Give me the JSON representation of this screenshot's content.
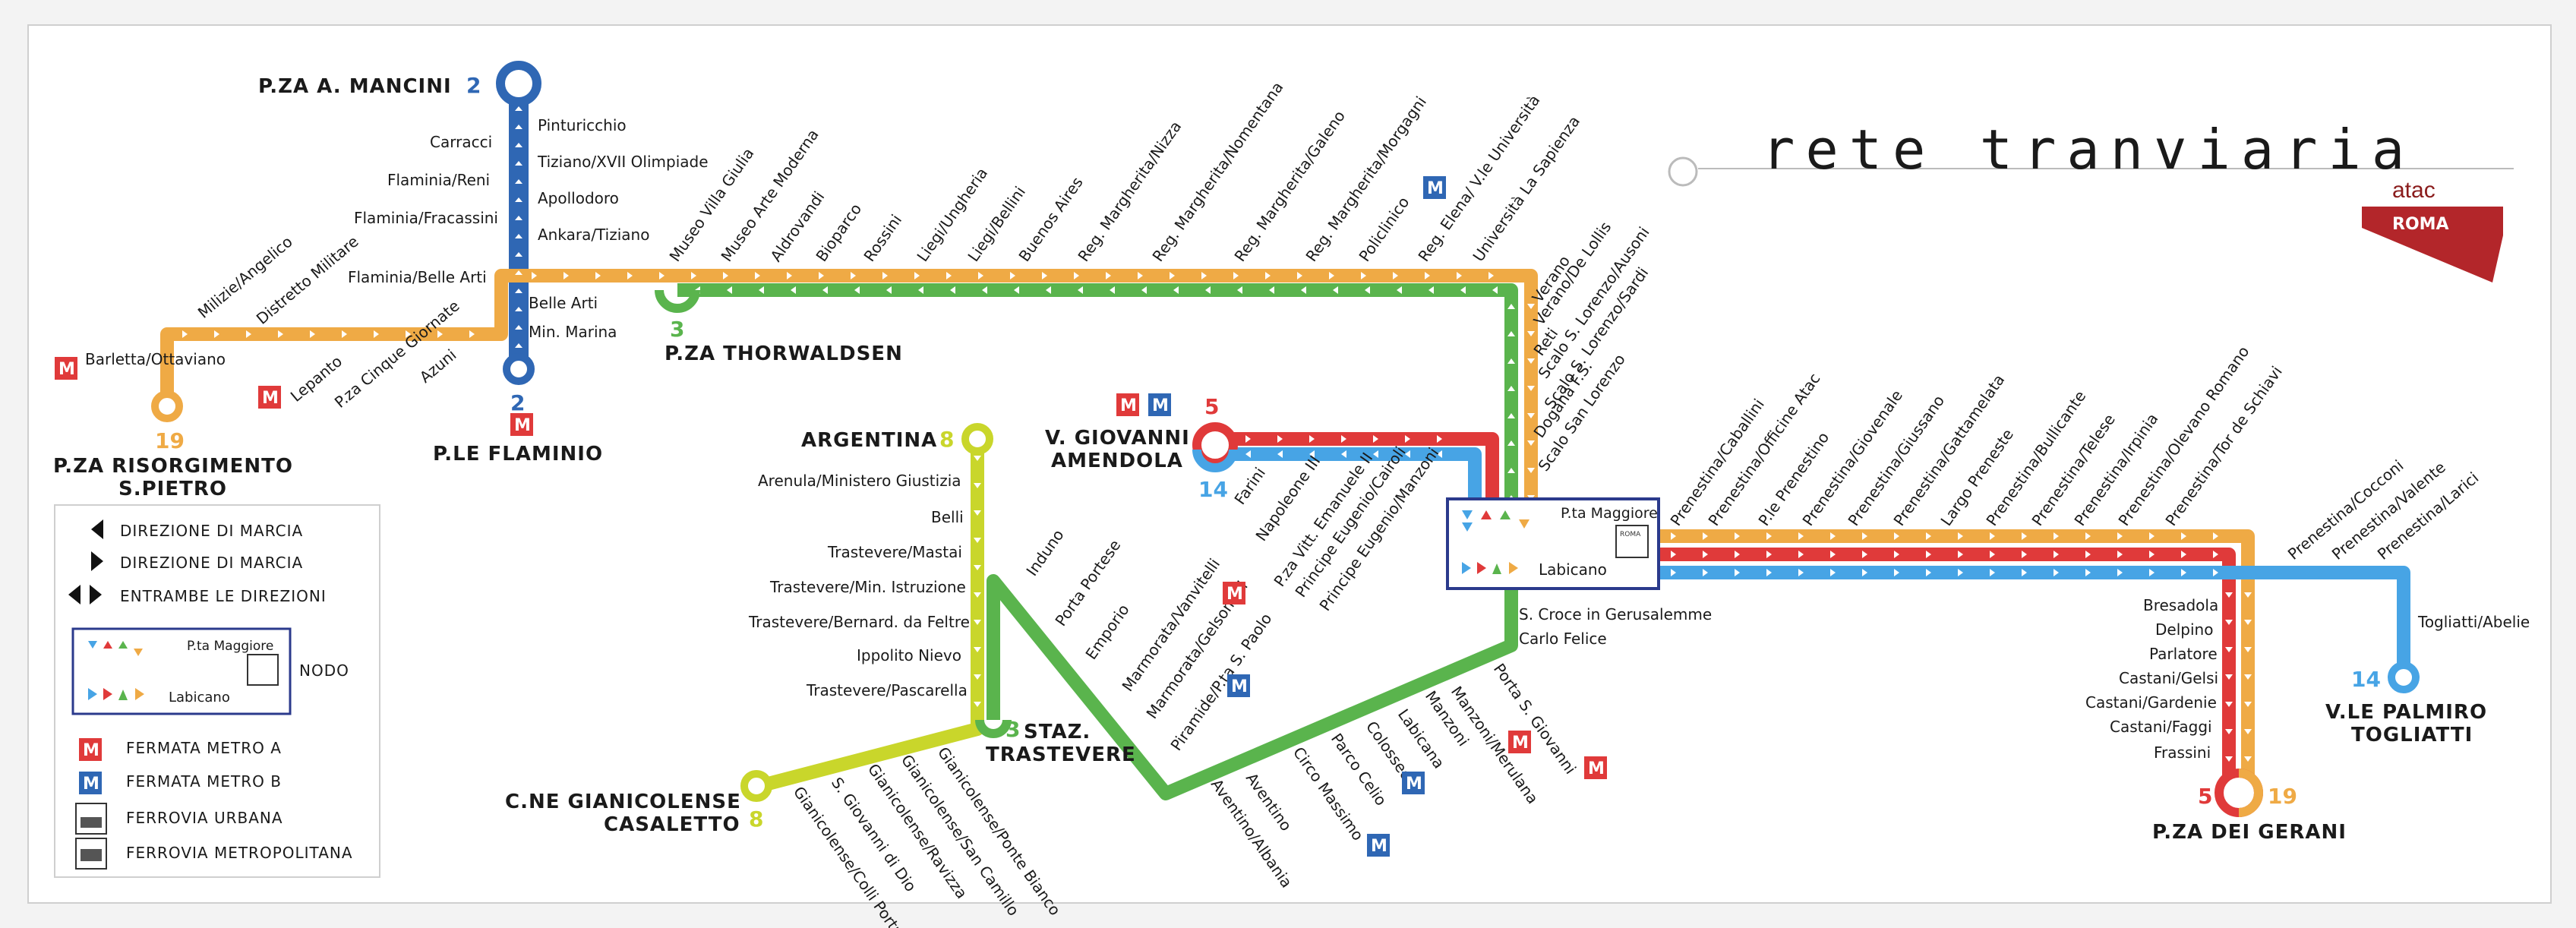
{
  "title": "rete tranviaria",
  "brand": {
    "name": "atac",
    "city": "ROMA"
  },
  "colors": {
    "line2": "#2f67b4",
    "line3": "#5ab44d",
    "line5": "#e03a3a",
    "line8": "#c9d62b",
    "line14": "#47a4e5",
    "line19": "#efaa45",
    "metroA": "#e03a3a",
    "metroB": "#2f67b4",
    "node": "#2b3a8c"
  },
  "lines": {
    "l2": "2",
    "l3": "3",
    "l5": "5",
    "l8": "8",
    "l14": "14",
    "l19": "19",
    "l2b": "2",
    "l3b": "3",
    "l5b": "5",
    "l8b": "8",
    "l14b": "14",
    "l19b": "19"
  },
  "terminals": {
    "mancini": "P.ZA A. MANCINI",
    "flaminio": "P.LE FLAMINIO",
    "risorgimento_1": "P.ZA RISORGIMENTO",
    "risorgimento_2": "S.PIETRO",
    "thorwaldsen": "P.ZA THORWALDSEN",
    "argentina": "ARGENTINA",
    "amendola_1": "V. GIOVANNI",
    "amendola_2": "AMENDOLA",
    "trastevere_1": "STAZ.",
    "trastevere_2": "TRASTEVERE",
    "casaletto_1": "C.NE GIANICOLENSE",
    "casaletto_2": "CASALETTO",
    "togliatti_1": "V.LE PALMIRO",
    "togliatti_2": "TOGLIATTI",
    "gerani": "P.ZA DEI GERANI"
  },
  "stops": {
    "line2_left": [
      "Carracci",
      "Flaminia/Reni",
      "Flaminia/Fracassini",
      "Flaminia/Belle Arti"
    ],
    "line2_right": [
      "Pinturicchio",
      "Tiziano/XVII Olimpiade",
      "Apollodoro",
      "Ankara/Tiziano",
      "Belle Arti",
      "Min. Marina"
    ],
    "line19_west": [
      "Milizie/Angelico",
      "Distretto Militare",
      "Barletta/Ottaviano",
      "Lepanto",
      "P.za Cinque Giornate",
      "Azuni"
    ],
    "viale_top": [
      "Museo Villa Giulia",
      "Museo Arte Moderna",
      "Aldrovandi",
      "Bioparco",
      "Rossini",
      "Liegi/Ungheria",
      "Liegi/Bellini",
      "Buenos Aires",
      "Reg. Margherita/Nizza",
      "Reg. Margherita/Nomentana",
      "Reg. Margherita/Galeno",
      "Reg. Margherita/Morgagni",
      "Policlinico",
      "Reg. Elena/ V.le Università",
      "Università La Sapienza"
    ],
    "verano": [
      "Verano",
      "Verano/De Lollis",
      "Reti",
      "Scalo S. Lorenzo/Ausoni",
      "Scalo S. Lorenzo/Sardi",
      "Dogana F.S.",
      "Scalo San Lorenzo"
    ],
    "amendola_line": [
      "Farini",
      "Napoleone III",
      "P.za Vitt. Emanuele II",
      "Principe Eugenio/Cairoli",
      "Principe Eugenio/Manzoni"
    ],
    "line8_stops": [
      "Arenula/Ministero Giustizia",
      "Belli",
      "Trastevere/Mastai",
      "Trastevere/Min. Istruzione",
      "Trastevere/Bernard. da Feltre",
      "Ippolito Nievo",
      "Trastevere/Pascarella"
    ],
    "line8_south": [
      "Gianicolense/Colli Portuensi",
      "S. Giovanni di Dio",
      "Gianicolense/Ravizza",
      "Gianicolense/San Camillo",
      "Gianicolense/Ponte Bianco"
    ],
    "line3_south": [
      "Induno",
      "Porta Portese",
      "Emporio",
      "Marmorata/Vanvitelli",
      "Marmorata/Gelsomini",
      "Piramide/P.ta S. Paolo",
      "Aventino",
      "Aventino/Albania",
      "Circo Massimo",
      "Parco Celio",
      "Colosseo",
      "Labicana",
      "Manzoni",
      "Manzoni/Merulana",
      "Porta S. Giovanni"
    ],
    "node_south": [
      "S. Croce in Gerusalemme",
      "Carlo Felice"
    ],
    "prenestina": [
      "Prenestina/Caballini",
      "Prenestina/Officine Atac",
      "P.le Prenestino",
      "Prenestina/Giovenale",
      "Prenestina/Giussano",
      "Prenestina/Gattamelata",
      "Largo Preneste",
      "Prenestina/Bullicante",
      "Prenestina/Telese",
      "Prenestina/Irpinia",
      "Prenestina/Olevano Romano",
      "Prenestina/Tor de Schiavi"
    ],
    "line14_east": [
      "Prenestina/Cocconi",
      "Prenestina/Valente",
      "Prenestina/Larici",
      "Togliatti/Abelie"
    ],
    "gerani_stops": [
      "Bresadola",
      "Delpino",
      "Parlatore",
      "Castani/Gelsi",
      "Castani/Gardenie",
      "Castani/Faggi",
      "Frassini"
    ]
  },
  "node_box": {
    "top": "P.ta Maggiore",
    "bottom": "Labicano",
    "badge": "ROMA"
  },
  "legend": {
    "dir1": "DIREZIONE DI MARCIA",
    "dir2": "DIREZIONE DI MARCIA",
    "dir3": "ENTRAMBE LE DIREZIONI",
    "node_top": "P.ta Maggiore",
    "node_bottom": "Labicano",
    "node_label": "NODO",
    "metroA": "FERMATA METRO A",
    "metroB": "FERMATA METRO B",
    "urbana": "FERROVIA URBANA",
    "metropolitana": "FERROVIA METROPOLITANA"
  },
  "metro_letter": "M"
}
